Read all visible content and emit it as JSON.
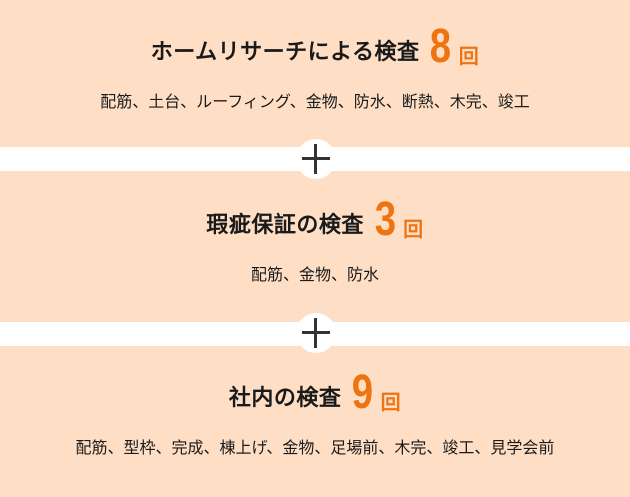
{
  "sections": [
    {
      "title": "ホームリサーチによる検査",
      "count": "8",
      "unit": "回",
      "items": "配筋、土台、ルーフィング、金物、防水、断熱、木完、竣工"
    },
    {
      "title": "瑕疵保証の検査",
      "count": "3",
      "unit": "回",
      "items": "配筋、金物、防水"
    },
    {
      "title": "社内の検査",
      "count": "9",
      "unit": "回",
      "items": "配筋、型枠、完成、棟上げ、金物、足場前、木完、竣工、見学会前"
    }
  ],
  "separator_icon": "plus-icon",
  "colors": {
    "band_background": "#fedfc6",
    "accent": "#ee7311",
    "text": "#1a1a1a",
    "plus": "#333333"
  }
}
